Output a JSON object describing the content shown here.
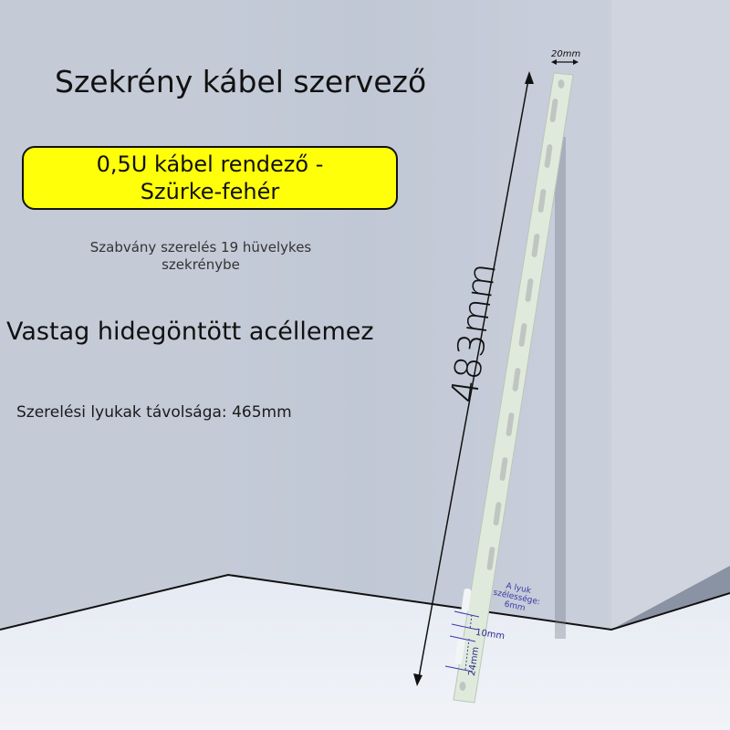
{
  "title": "Szekrény kábel szervező",
  "badge": {
    "line1": "0,5U kábel rendező -",
    "line2": "Szürke-fehér",
    "color": "#ffff0a"
  },
  "subtitle": {
    "line1": "Szabvány szerelés 19 hüvelykes",
    "line2": "szekrénybe"
  },
  "material": "Vastag hidegöntött acéllemez",
  "hole_spacing": "Szerelési lyukak távolsága: 465mm",
  "dimensions": {
    "length": "483mm",
    "width": "20mm",
    "hole_width_label_1": "A lyuk",
    "hole_width_label_2": "szélessége:",
    "hole_width_label_3": "6mm",
    "gap": "10mm",
    "slot_length": "24mm"
  },
  "colors": {
    "wall_left": "#c6cdd9",
    "wall_right": "#b9c2d0",
    "floor": "#eef1f7",
    "bracket": "#dde9dc",
    "dim_blue": "#3a3aa8"
  }
}
